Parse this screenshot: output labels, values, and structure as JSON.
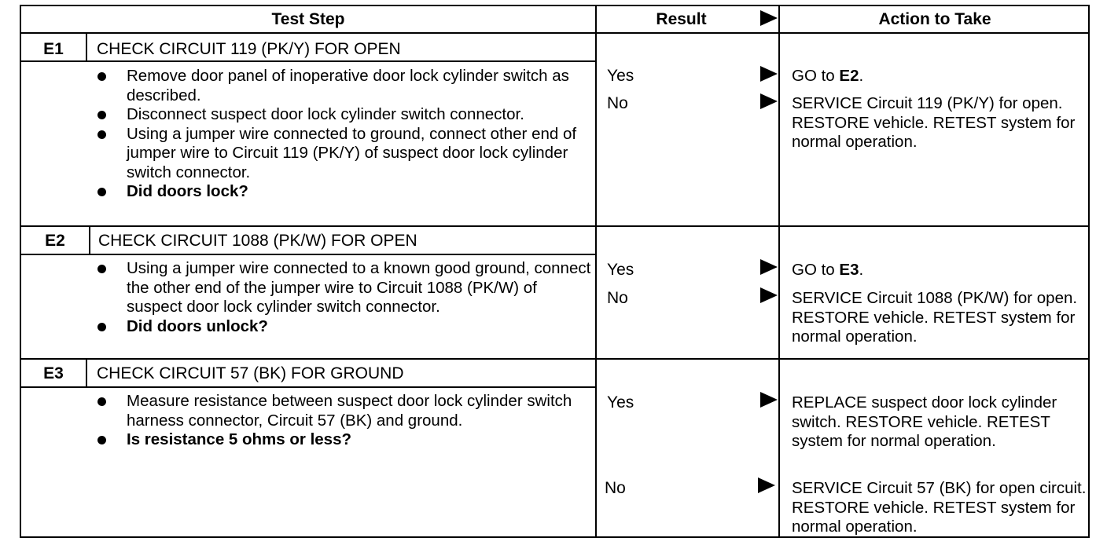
{
  "header": {
    "test_step": "Test Step",
    "result": "Result",
    "action": "Action to Take"
  },
  "steps": [
    {
      "code": "E1",
      "title": "CHECK CIRCUIT 119 (PK/Y) FOR OPEN",
      "bullets": [
        "Remove door panel of inoperative door lock cylinder switch as described.",
        "Disconnect suspect door lock cylinder switch connector.",
        "Using a jumper wire connected to ground, connect other end of jumper wire to Circuit 119 (PK/Y) of suspect door lock cylinder switch connector."
      ],
      "question": "Did doors lock?",
      "results": [
        {
          "label": "Yes",
          "action_text": "GO to ",
          "action_ref": "E2",
          "action_end": "."
        },
        {
          "label": "No",
          "action_text": "SERVICE Circuit 119 (PK/Y) for open. RESTORE vehicle. RETEST system for normal operation."
        }
      ]
    },
    {
      "code": "E2",
      "title": "CHECK CIRCUIT 1088 (PK/W) FOR OPEN",
      "bullets": [
        "Using a jumper wire connected to a known good ground, connect the other end of the jumper wire to Circuit 1088 (PK/W) of suspect door lock cylinder switch connector."
      ],
      "question": "Did doors unlock?",
      "results": [
        {
          "label": "Yes",
          "action_text": "GO to ",
          "action_ref": "E3",
          "action_end": "."
        },
        {
          "label": "No",
          "action_text": "SERVICE Circuit 1088 (PK/W) for open. RESTORE vehicle. RETEST system for normal operation."
        }
      ]
    },
    {
      "code": "E3",
      "title": "CHECK CIRCUIT 57 (BK) FOR GROUND",
      "bullets": [
        "Measure resistance between suspect door lock cylinder switch harness connector, Circuit 57 (BK) and ground."
      ],
      "question": "Is resistance 5 ohms or less?",
      "results": [
        {
          "label": "Yes",
          "action_text": "REPLACE suspect door lock cylinder switch. RESTORE vehicle. RETEST system for normal operation."
        },
        {
          "label": "No",
          "action_text": "SERVICE Circuit 57 (BK) for open circuit. RESTORE vehicle. RETEST system for normal operation."
        }
      ]
    }
  ]
}
